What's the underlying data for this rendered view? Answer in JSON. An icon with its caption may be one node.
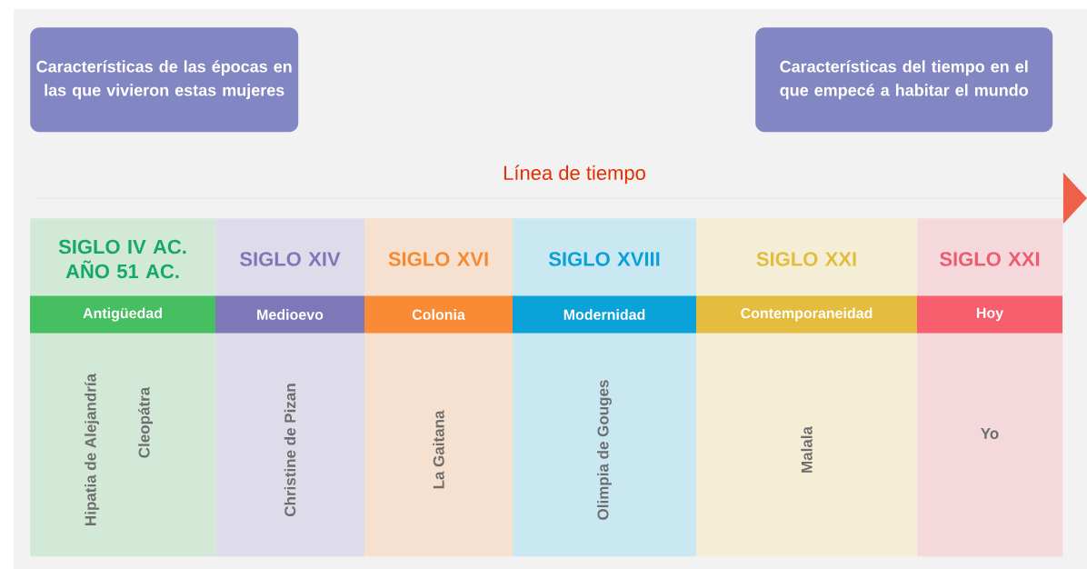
{
  "diagram": {
    "nodes": [
      {
        "text": [
          "Características de las épocas en las que vivieron estas mujeres"
        ]
      },
      {
        "text": [
          "Características del tiempo en el que empecé a habitar el mundo"
        ]
      },
      {
        "text": [
          "SIGLO IV AC. AÑO 51 AC.",
          "Antigüedad",
          "Hipatia de Alejandría",
          "Cleopátra"
        ]
      },
      {
        "text": [
          "SIGLO XIV",
          "Medioevo",
          "Christine de Pizan"
        ]
      },
      {
        "text": [
          "SIGLO XVI",
          "Colonia",
          "La Gaitana"
        ]
      },
      {
        "text": [
          "SIGLO XVIII",
          "Modernidad",
          "Olimpia de Gouges"
        ]
      },
      {
        "text": [
          "SIGLO XXI",
          "Contemporaneidad",
          "Malala"
        ]
      },
      {
        "text": [
          "SIGLO XXI",
          "Hoy",
          "Yo"
        ]
      }
    ],
    "labels": [
      "Línea de tiempo"
    ]
  }
}
